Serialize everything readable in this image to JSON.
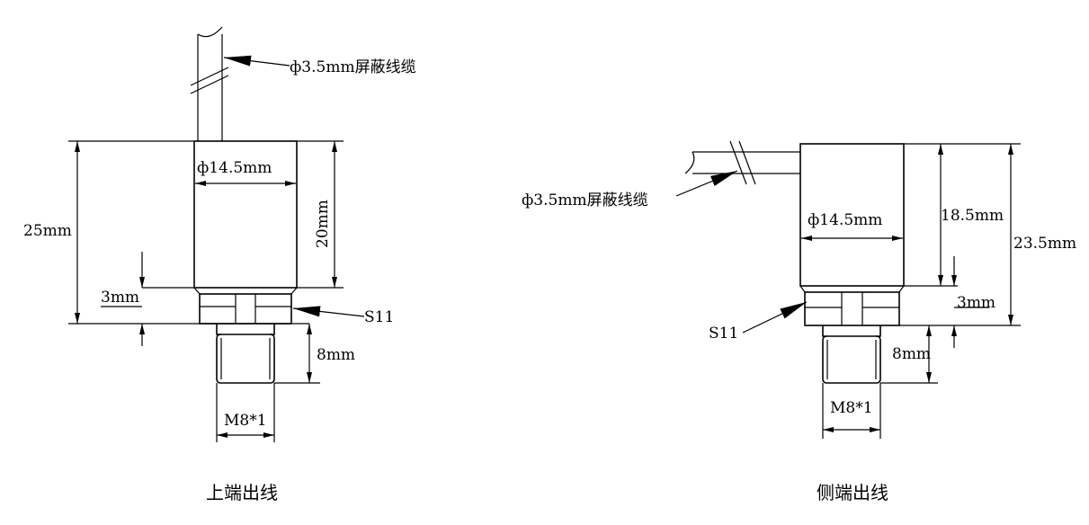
{
  "top_outlet": {
    "caption": "上端出线",
    "cable_label": "ф3.5mm屏蔽线缆",
    "body_diameter": "ф14.5mm",
    "total_height": "25mm",
    "body_height": "20mm",
    "hex_height": "3mm",
    "hex_label": "S11",
    "thread_length": "8mm",
    "thread_spec": "M8*1"
  },
  "side_outlet": {
    "caption": "侧端出线",
    "cable_label": "ф3.5mm屏蔽线缆",
    "body_diameter": "ф14.5mm",
    "body_height": "18.5mm",
    "total_height": "23.5mm",
    "hex_height": "3mm",
    "hex_label": "S11",
    "thread_length": "8mm",
    "thread_spec": "M8*1"
  }
}
